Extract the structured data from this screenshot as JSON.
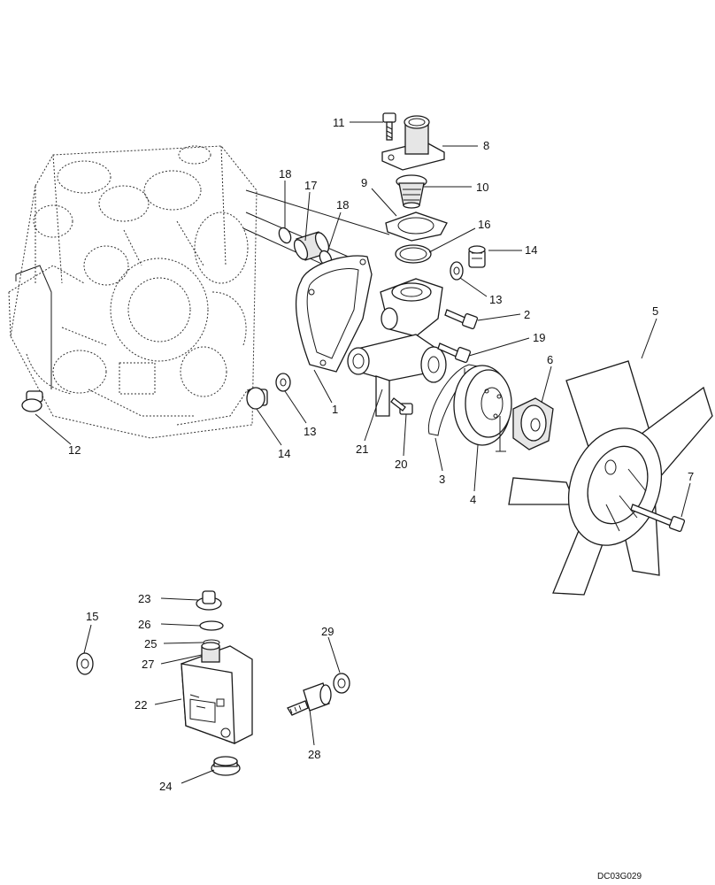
{
  "callouts": {
    "c1": "1",
    "c2": "2",
    "c3": "3",
    "c4": "4",
    "c5": "5",
    "c6": "6",
    "c7": "7",
    "c8": "8",
    "c9": "9",
    "c10": "10",
    "c11": "11",
    "c12": "12",
    "c13a": "13",
    "c13b": "13",
    "c14a": "14",
    "c14b": "14",
    "c15": "15",
    "c16": "16",
    "c17": "17",
    "c18a": "18",
    "c18b": "18",
    "c19": "19",
    "c20": "20",
    "c21": "21",
    "c22": "22",
    "c23": "23",
    "c24": "24",
    "c25": "25",
    "c26": "26",
    "c27": "27",
    "c28": "28",
    "c29": "29"
  },
  "figure_code": "DC03G029"
}
